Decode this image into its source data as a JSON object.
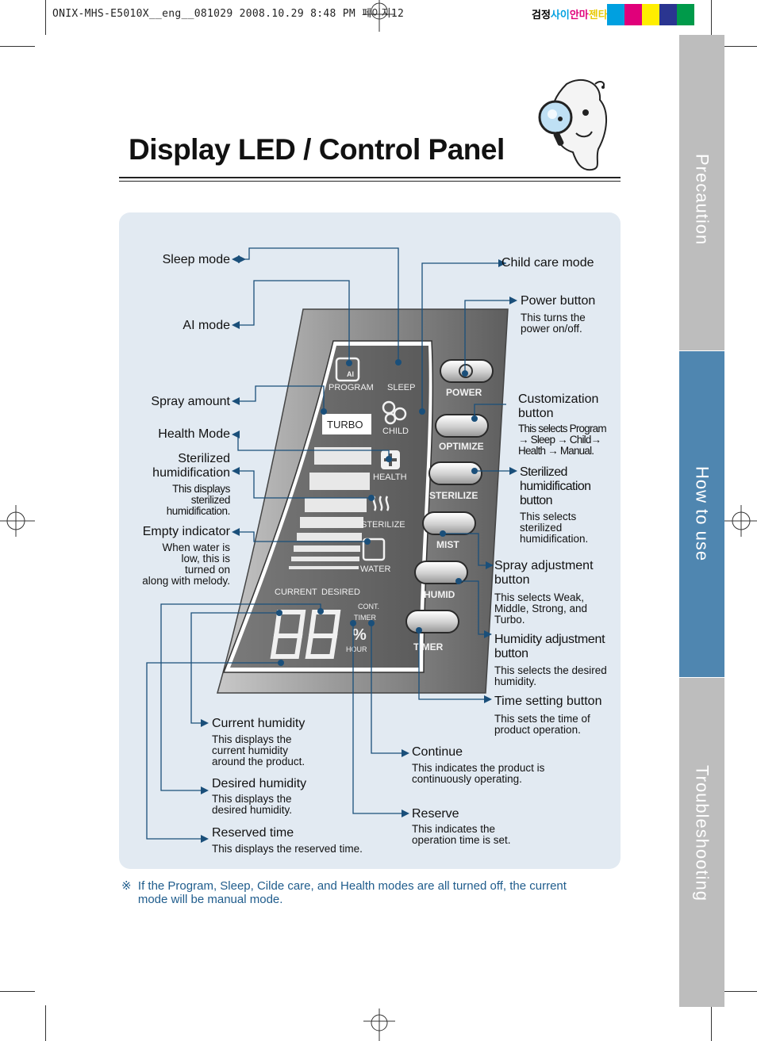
{
  "print_header": {
    "file_info": "ONIX-MHS-E5010X__eng__081029  2008.10.29 8:48 PM  페이지12",
    "color_label": "검정사이안마젠타노랑"
  },
  "side_tabs": [
    "Precaution",
    "How to use",
    "Troubleshooting"
  ],
  "title": "Display LED / Control Panel",
  "left_labels": {
    "sleep_mode": "Sleep mode",
    "ai_mode": "AI mode",
    "spray_amount": "Spray amount",
    "health_mode": "Health Mode",
    "sterilized_title": "Sterilized\nhumidification",
    "sterilized_desc": "This displays\nsterilized\nhumidification.",
    "empty_title": "Empty indicator",
    "empty_desc": "When water is\nlow, this is\nturned on\nalong with melody."
  },
  "right_labels": {
    "child_care": "Child care mode",
    "power_title": "Power button",
    "power_desc": "This turns the\npower on/off.",
    "custom_title": "Customization\nbutton",
    "custom_desc": "This selects Program\n→ Sleep → Child→\nHealth → Manual.",
    "steril_title": "Sterilized\nhumidification\nbutton",
    "steril_desc": "This selects\nsterilized\nhumidification.",
    "spray_title": "Spray adjustment\nbutton",
    "spray_desc": "This selects Weak,\nMiddle, Strong, and\nTurbo.",
    "humid_title": "Humidity adjustment\nbutton",
    "humid_desc": "This selects the desired\nhumidity.",
    "time_title": "Time setting button",
    "time_desc": "This sets the time of\nproduct operation."
  },
  "bottom_labels": {
    "current_title": "Current humidity",
    "current_desc": "This displays the\ncurrent humidity\naround the product.",
    "desired_title": "Desired humidity",
    "desired_desc": "This displays the\ndesired humidity.",
    "reserved_title": "Reserved time",
    "reserved_desc": "This displays the reserved time.",
    "continue_title": "Continue",
    "continue_desc": "This indicates the product is\ncontinuously operating.",
    "reserve_title": "Reserve",
    "reserve_desc": "This indicates the\noperation time is set."
  },
  "display": {
    "program": "PROGRAM",
    "ai": "AI",
    "sleep": "SLEEP",
    "turbo": "TURBO",
    "child": "CHILD",
    "health": "HEALTH",
    "sterilize": "STERILIZE",
    "water": "WATER",
    "current": "CURRENT",
    "desired": "DESIRED",
    "cont": "CONT.",
    "timer": "TIMER",
    "percent": "%",
    "hour": "HOUR",
    "digits": "88"
  },
  "buttons": {
    "power": "POWER",
    "optimize": "OPTIMIZE",
    "sterilize": "STERILIZE",
    "mist": "MIST",
    "humid": "HUMID",
    "timer": "TIMER"
  },
  "footnote": "※  If the Program, Sleep, Cilde care, and Health modes are all turned off, the current\n     mode will be manual mode.",
  "colors": {
    "tab_gray": "#bdbdbd",
    "tab_blue": "#4f86b0",
    "panel_bg": "#e2eaf2",
    "leader": "#1a4f7a",
    "footnote": "#1f5c8c"
  }
}
